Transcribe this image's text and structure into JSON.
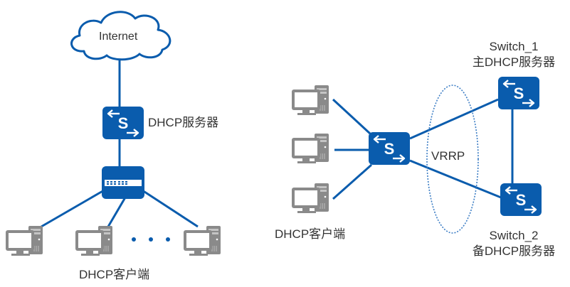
{
  "colors": {
    "link": "#0a5cad",
    "device_fill": "#0a5cad",
    "device_glyph": "#ffffff",
    "pc_gray": "#8a8a8a",
    "text": "#333333",
    "vrrp_dash": "#3a7cc4"
  },
  "left_topology": {
    "cloud": {
      "label": "Internet",
      "icon": "cloud-icon"
    },
    "server_switch": {
      "label": "DHCP服务器",
      "icon": "l3-switch-icon"
    },
    "access_switch": {
      "icon": "l2-switch-icon"
    },
    "clients": [
      {
        "icon": "pc-icon"
      },
      {
        "icon": "pc-icon"
      },
      {
        "icon": "pc-icon"
      }
    ],
    "ellipsis": "• • •",
    "clients_label": "DHCP客户端"
  },
  "right_topology": {
    "relay_switch": {
      "icon": "l3-switch-icon"
    },
    "clients": [
      {
        "icon": "pc-icon"
      },
      {
        "icon": "pc-icon"
      },
      {
        "icon": "pc-icon"
      }
    ],
    "clients_label": "DHCP客户端",
    "vrrp_label": "VRRP",
    "switch_1": {
      "name": "Switch_1",
      "role": "主DHCP服务器",
      "icon": "l3-switch-icon"
    },
    "switch_2": {
      "name": "Switch_2",
      "role": "备DHCP服务器",
      "icon": "l3-switch-icon"
    }
  }
}
